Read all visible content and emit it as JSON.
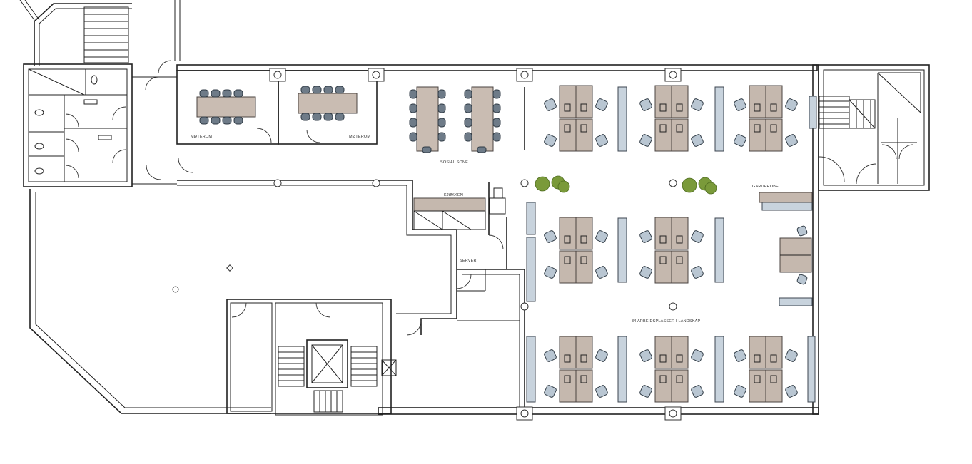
{
  "labels": {
    "meeting_room_1": "MØTEROM",
    "meeting_room_2": "MØTEROM",
    "social_zone": "SOSIAL SONE",
    "kitchen": "KJØKKEN",
    "wardrobe": "GARDEROBE",
    "server": "SERVER",
    "open_office": "34 ARBEIDSPLASSER I LANDSKAP"
  },
  "colors": {
    "desk": "#c5b8ae",
    "chair": "#6e7b88",
    "storage": "#c8d3dd",
    "plant": "#7a9a3a",
    "wall": "#222222"
  }
}
